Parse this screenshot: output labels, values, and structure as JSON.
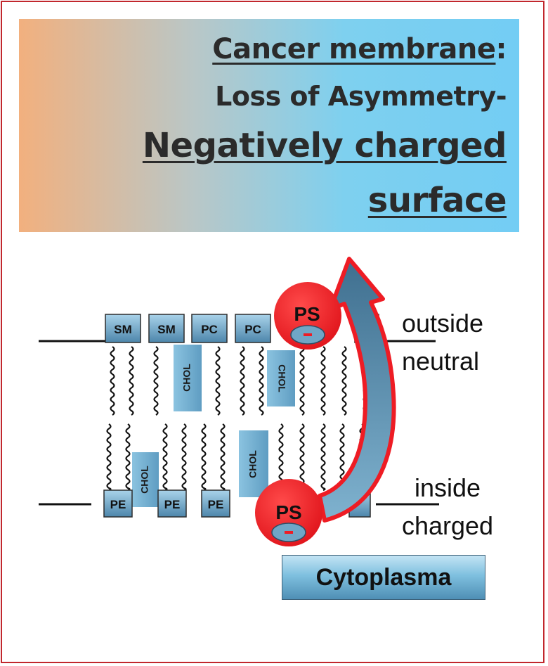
{
  "title": {
    "line1_main": "Cancer membrane",
    "line1_suffix": ":",
    "line2": "Loss of Asymmetry-",
    "line3": "Negatively charged",
    "line4": "surface"
  },
  "labels": {
    "outside": "outside",
    "neutral": "neutral",
    "inside": "inside",
    "charged": "charged",
    "cytoplasm": "Cytoplasma"
  },
  "outer_heads": [
    "SM",
    "SM",
    "PC",
    "PC"
  ],
  "inner_heads": [
    "PE",
    "PE",
    "PE"
  ],
  "cholesterol": [
    "CHOL",
    "CHOL",
    "CHOL",
    "CHOL"
  ],
  "ps": {
    "label": "PS",
    "charge": "-"
  },
  "colors": {
    "ps_red": "#ee1c24",
    "head_blue": "#6fa8c8",
    "arrow_blue": "#5b8fae",
    "border_red": "#c1272d"
  }
}
